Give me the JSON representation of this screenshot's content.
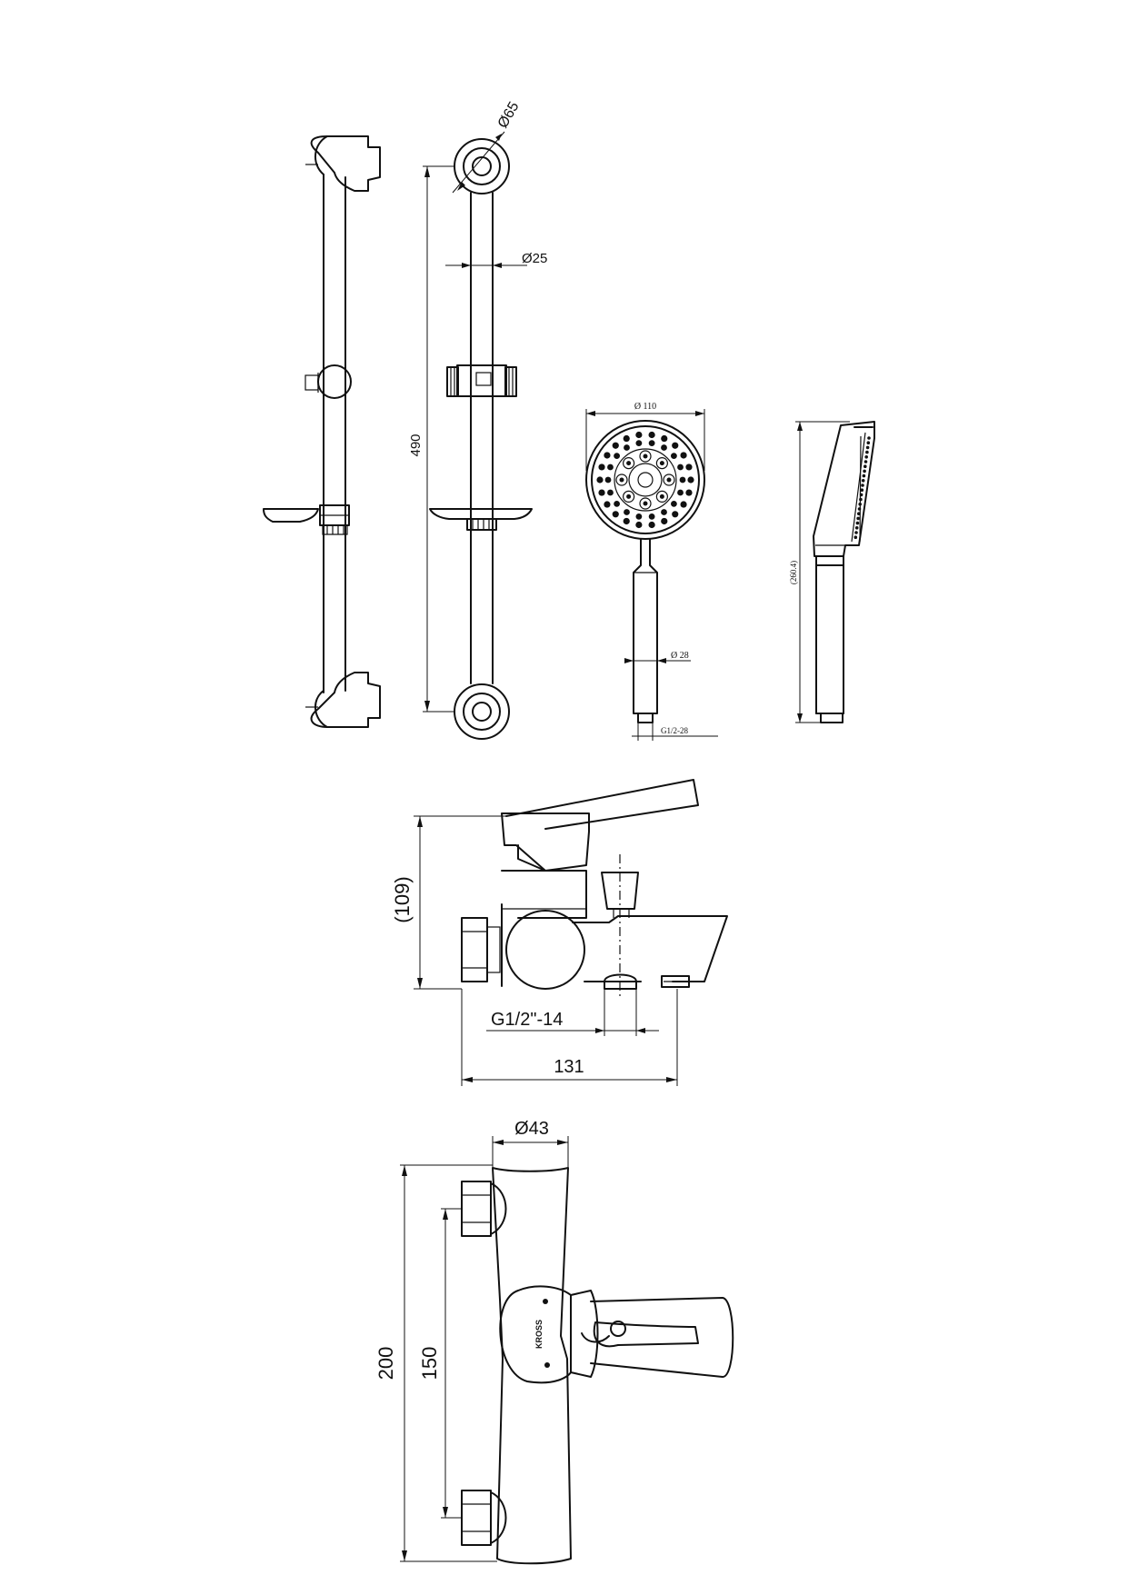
{
  "shower_rail": {
    "dim_holder_diameter": "Ø65",
    "dim_rail_diameter": "Ø25",
    "dim_rail_length": "490"
  },
  "hand_shower": {
    "dim_head_diameter": "Ø 110",
    "dim_handle_diameter": "Ø 28",
    "dim_connection": "G1/2-28",
    "dim_total_length": "(260.4)"
  },
  "mixer_side": {
    "dim_height": "(109)",
    "dim_thread": "G1/2\"-14",
    "dim_depth": "131"
  },
  "mixer_front": {
    "dim_body_diameter": "Ø43",
    "dim_total_width": "200",
    "dim_center_distance": "150",
    "logo_text": "KROSS"
  }
}
